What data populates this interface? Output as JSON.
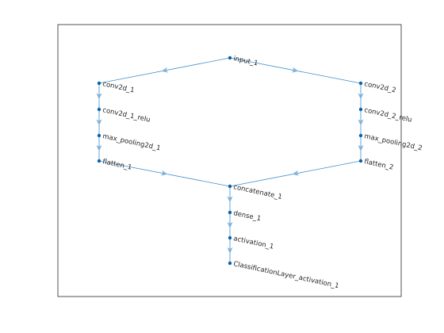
{
  "graph": {
    "nodes": [
      {
        "id": "input_1",
        "label": "input_1"
      },
      {
        "id": "conv2d_1",
        "label": "conv2d_1"
      },
      {
        "id": "conv2d_1_relu",
        "label": "conv2d_1_relu"
      },
      {
        "id": "max_pooling2d_1",
        "label": "max_pooling2d_1"
      },
      {
        "id": "flatten_1",
        "label": "flatten_1"
      },
      {
        "id": "conv2d_2",
        "label": "conv2d_2"
      },
      {
        "id": "conv2d_2_relu",
        "label": "conv2d_2_relu"
      },
      {
        "id": "max_pooling2d_2",
        "label": "max_pooling2d_2"
      },
      {
        "id": "flatten_2",
        "label": "flatten_2"
      },
      {
        "id": "concatenate_1",
        "label": "concatenate_1"
      },
      {
        "id": "dense_1",
        "label": "dense_1"
      },
      {
        "id": "activation_1",
        "label": "activation_1"
      },
      {
        "id": "ClassificationLayer_activation_1",
        "label": "ClassificationLayer_activation_1"
      }
    ],
    "edges": [
      [
        "input_1",
        "conv2d_1"
      ],
      [
        "input_1",
        "conv2d_2"
      ],
      [
        "conv2d_1",
        "conv2d_1_relu"
      ],
      [
        "conv2d_1_relu",
        "max_pooling2d_1"
      ],
      [
        "max_pooling2d_1",
        "flatten_1"
      ],
      [
        "conv2d_2",
        "conv2d_2_relu"
      ],
      [
        "conv2d_2_relu",
        "max_pooling2d_2"
      ],
      [
        "max_pooling2d_2",
        "flatten_2"
      ],
      [
        "flatten_1",
        "concatenate_1"
      ],
      [
        "flatten_2",
        "concatenate_1"
      ],
      [
        "concatenate_1",
        "dense_1"
      ],
      [
        "dense_1",
        "activation_1"
      ],
      [
        "activation_1",
        "ClassificationLayer_activation_1"
      ]
    ]
  },
  "colors": {
    "edge": "#3f8fc9",
    "arrow": "#7fb3da",
    "node": "#0b63a8",
    "label": "#262626"
  }
}
